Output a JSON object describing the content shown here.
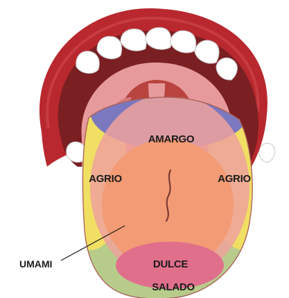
{
  "labels": {
    "bitter": "AMARGO",
    "sour_left": "AGRIO",
    "sour_right": "AGRIO",
    "umami": "UMAMI",
    "sweet": "DULCE",
    "salty": "SALADO"
  },
  "colors": {
    "lips": "#b8282e",
    "mouth_interior": "#7a1f22",
    "palate": "#e79a9c",
    "teeth": "#ffffff",
    "tongue_base": "#e88a80",
    "bitter_zone": "#7b78c0",
    "sour_zone": "#f1df63",
    "umami_zone": "#f39b74",
    "sweet_zone": "#e06f8c",
    "salty_zone": "#b7cc8b"
  }
}
